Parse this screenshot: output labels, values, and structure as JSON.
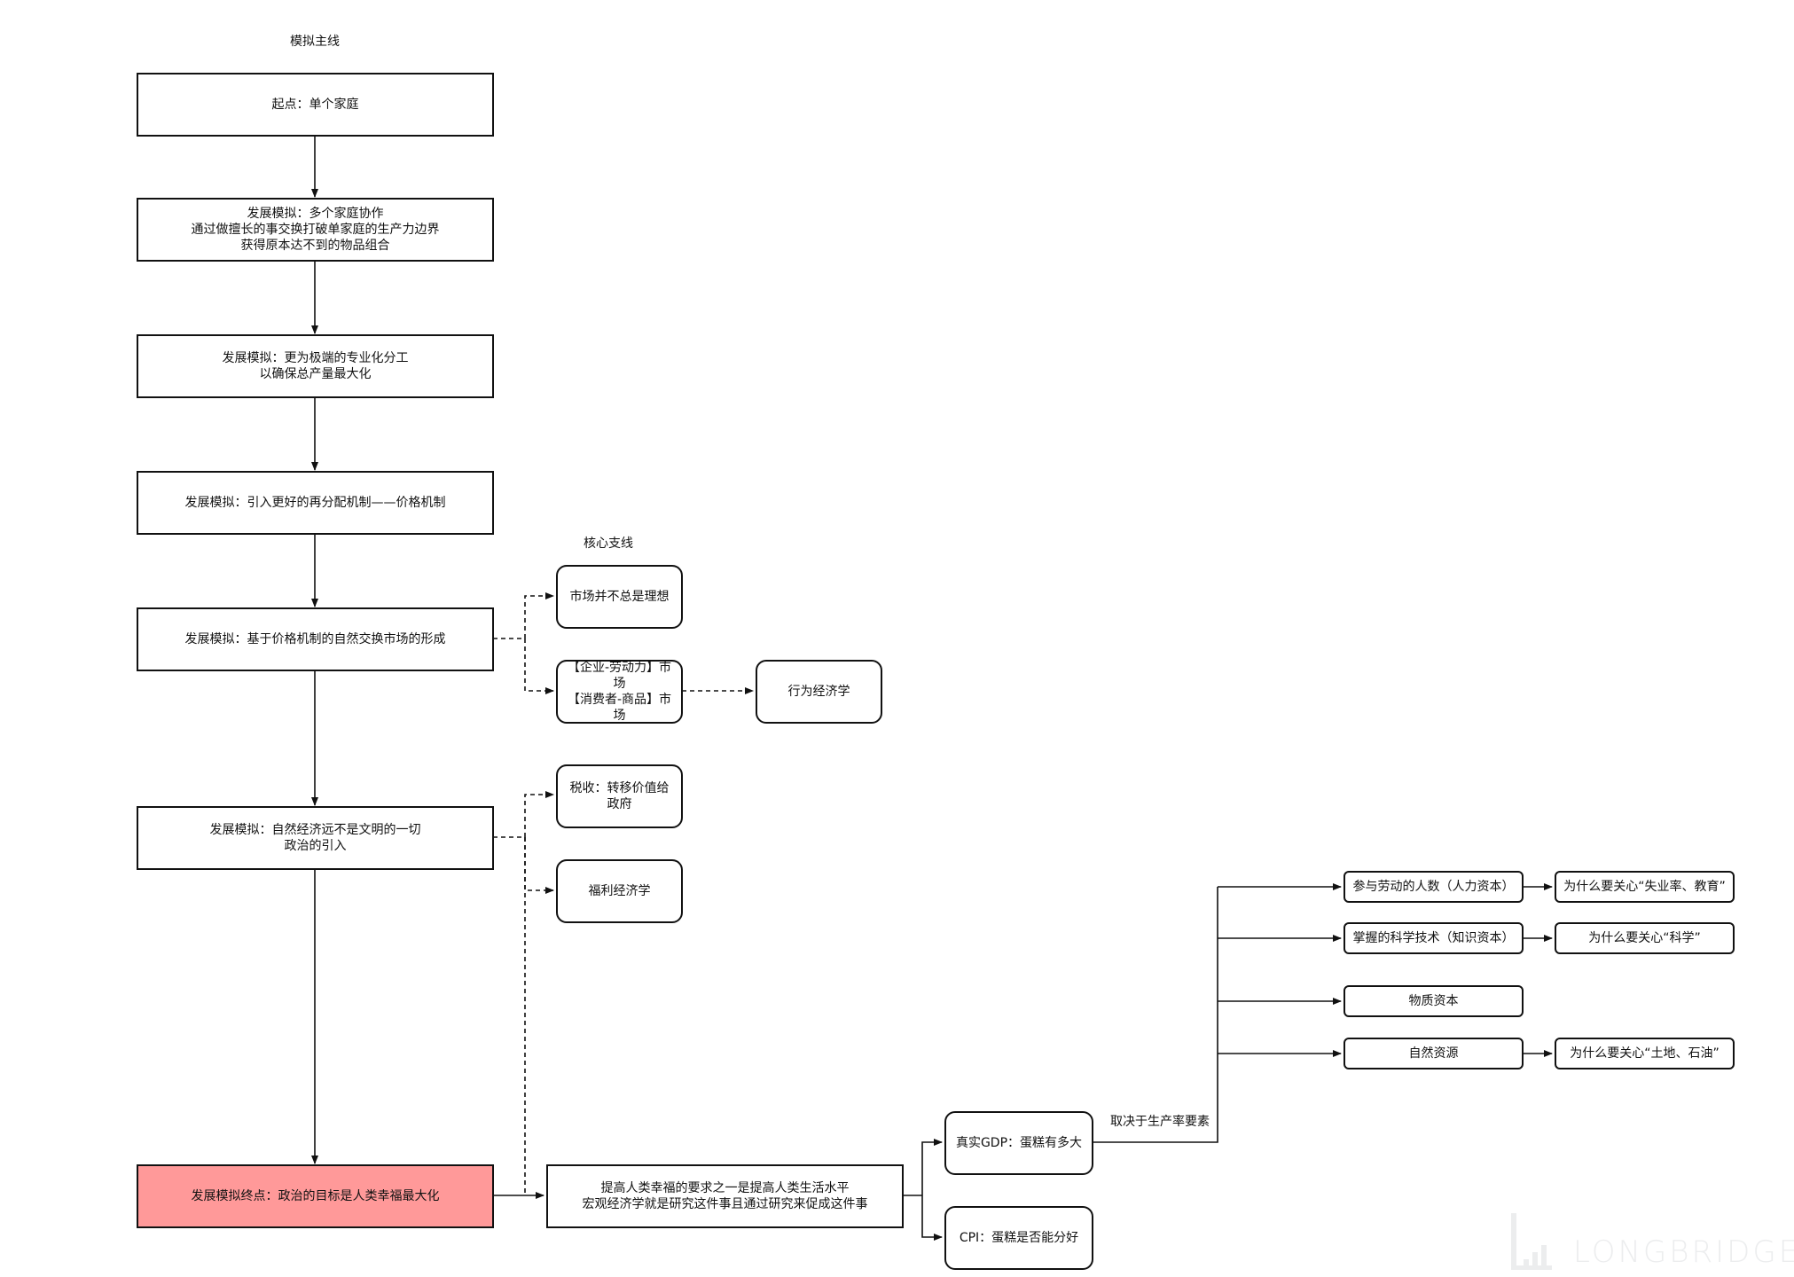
{
  "main_title": "模拟主线",
  "branch_title": "核心支线",
  "main_flow": {
    "start": "起点：单个家庭",
    "step1": "发展模拟：多个家庭协作\n通过做擅长的事交换打破单家庭的生产力边界\n获得原本达不到的物品组合",
    "step2": "发展模拟：更为极端的专业化分工\n以确保总产量最大化",
    "step3": "发展模拟：引入更好的再分配机制——价格机制",
    "step4": "发展模拟：基于价格机制的自然交换市场的形成",
    "step5": "发展模拟：自然经济远不是文明的一切\n政治的引入",
    "end": "发展模拟终点：政治的目标是人类幸福最大化"
  },
  "branches": {
    "market_not_ideal": "市场并不总是理想",
    "two_markets": "【企业-劳动力】市场\n【消费者-商品】市场",
    "behavioral": "行为经济学",
    "tax": "税收：转移价值给政府",
    "welfare": "福利经济学",
    "macro": "提高人类幸福的要求之一是提高人类生活水平\n宏观经济学就是研究这件事且通过研究来促成这件事",
    "gdp": "真实GDP：蛋糕有多大",
    "cpi": "CPI：蛋糕是否能分好",
    "depends_label": "取决于生产率要素"
  },
  "factors": [
    {
      "label": "参与劳动的人数（人力资本）",
      "why": "为什么要关心“失业率、教育”"
    },
    {
      "label": "掌握的科学技术（知识资本）",
      "why": "为什么要关心“科学”"
    },
    {
      "label": "物质资本",
      "why": ""
    },
    {
      "label": "自然资源",
      "why": "为什么要关心“土地、石油”"
    }
  ],
  "watermark": "LONGBRIDGE",
  "colors": {
    "terminal_fill": "#ff9999",
    "line": "#111111"
  }
}
